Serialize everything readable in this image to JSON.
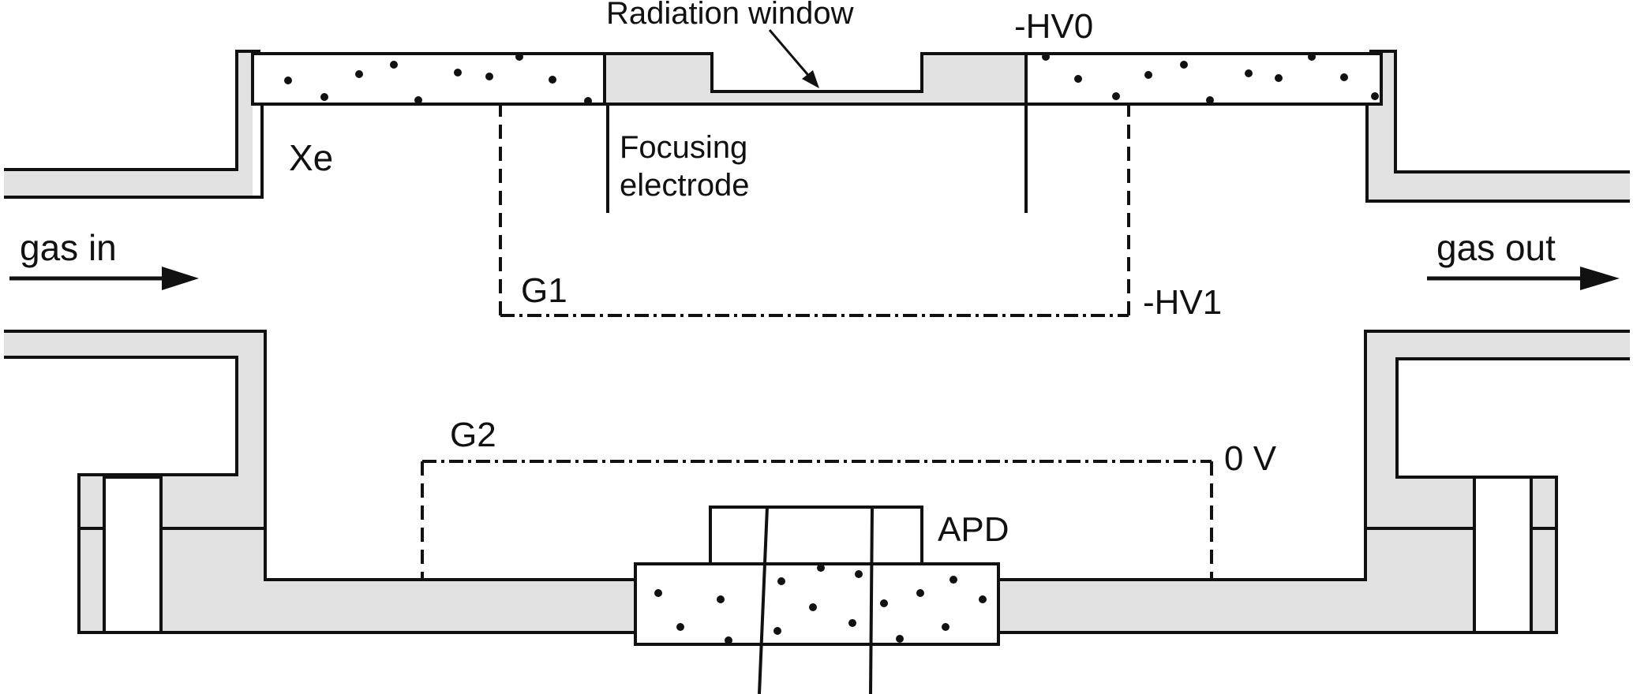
{
  "labels": {
    "radiation_window": "Radiation window",
    "hv0": "-HV0",
    "xe": "Xe",
    "focusing_line1": "Focusing",
    "focusing_line2": "electrode",
    "gas_in": "gas in",
    "gas_out": "gas out",
    "g1": "G1",
    "hv1": "-HV1",
    "g2": "G2",
    "zero_v": "0 V",
    "apd": "APD"
  },
  "colors": {
    "wall_fill": "#e2e2e2",
    "line": "#111111",
    "background": "#ffffff"
  }
}
